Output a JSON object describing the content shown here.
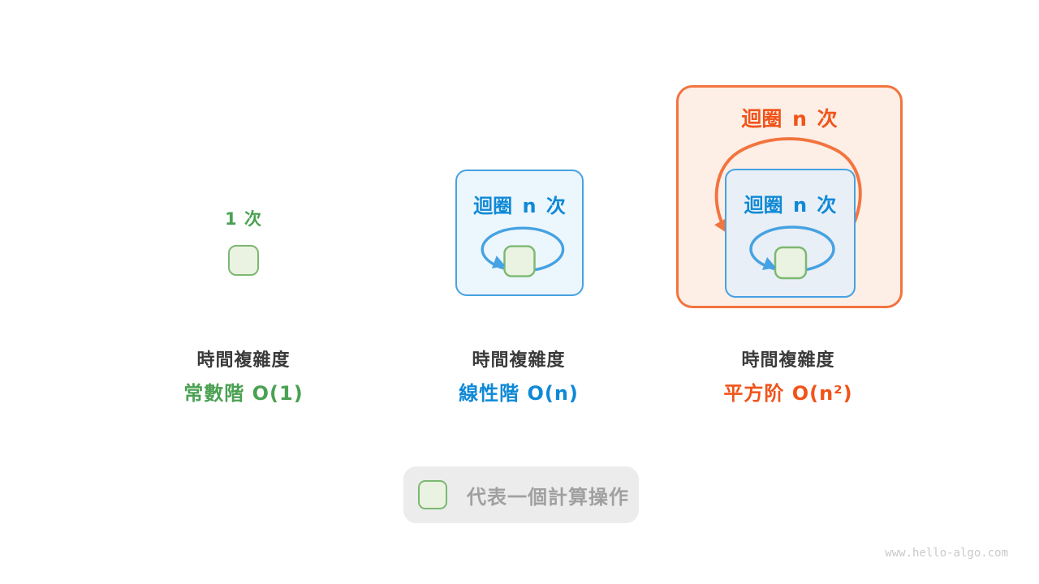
{
  "page": {
    "watermark": "www.hello-algo.com",
    "background": "#ffffff"
  },
  "panels": {
    "constant": {
      "count_label": "1 次",
      "caption": "時間複雜度",
      "complexity": "常數階 O(1)",
      "text_color": "#4aa152"
    },
    "linear": {
      "loop_label": "迴圈 n 次",
      "caption": "時間複雜度",
      "complexity": "線性階 O(n)",
      "text_color": "#0f89d6",
      "panel_border": "#46a2e2",
      "panel_fill": "#ecf6fd"
    },
    "quadratic": {
      "outer_loop_label": "迴圈 n 次",
      "inner_loop_label": "迴圈 n 次",
      "caption": "時間複雜度",
      "complexity": "平方阶 O(n²)",
      "text_color": "#f0541a",
      "panel_border": "#f2743e",
      "panel_fill": "#fdeee6",
      "inner_panel_fill": "#e9eff6"
    }
  },
  "legend": {
    "label": "代表一個計算操作",
    "background": "#ececec",
    "text_color": "#a0a0a0"
  },
  "operation_box": {
    "fill": "#eaf3e2",
    "border": "#7cb871"
  }
}
